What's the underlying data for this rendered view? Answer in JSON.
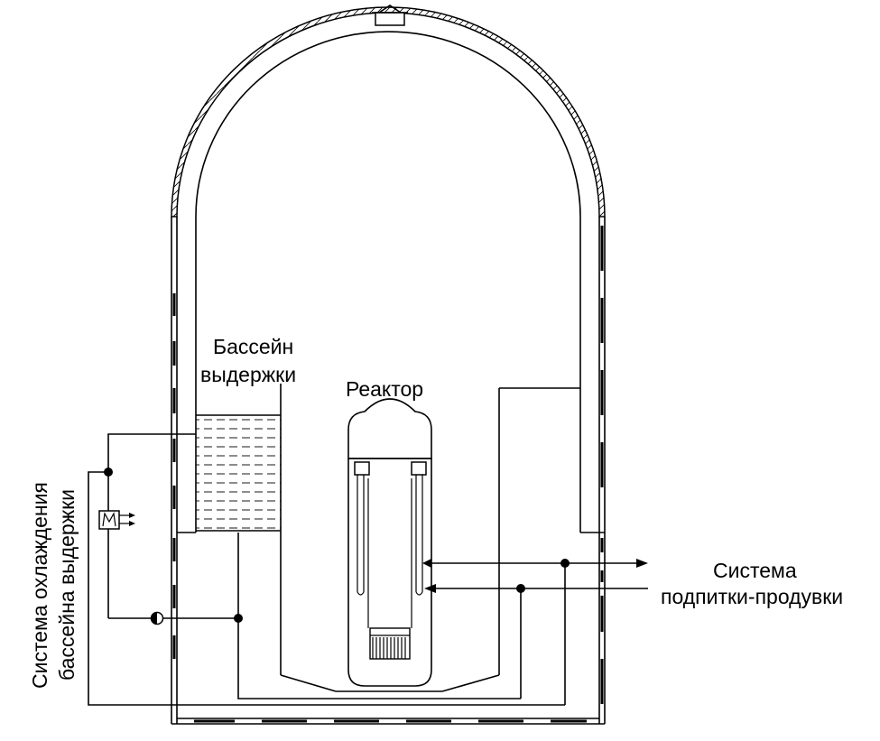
{
  "labels": {
    "pool_line1": "Бассейн",
    "pool_line2": "выдержки",
    "reactor": "Реактор",
    "makeup_line1": "Система",
    "makeup_line2": "подпитки-продувки",
    "cooling_line1": "Система охлаждения",
    "cooling_line2": "бассейна выдержки"
  }
}
